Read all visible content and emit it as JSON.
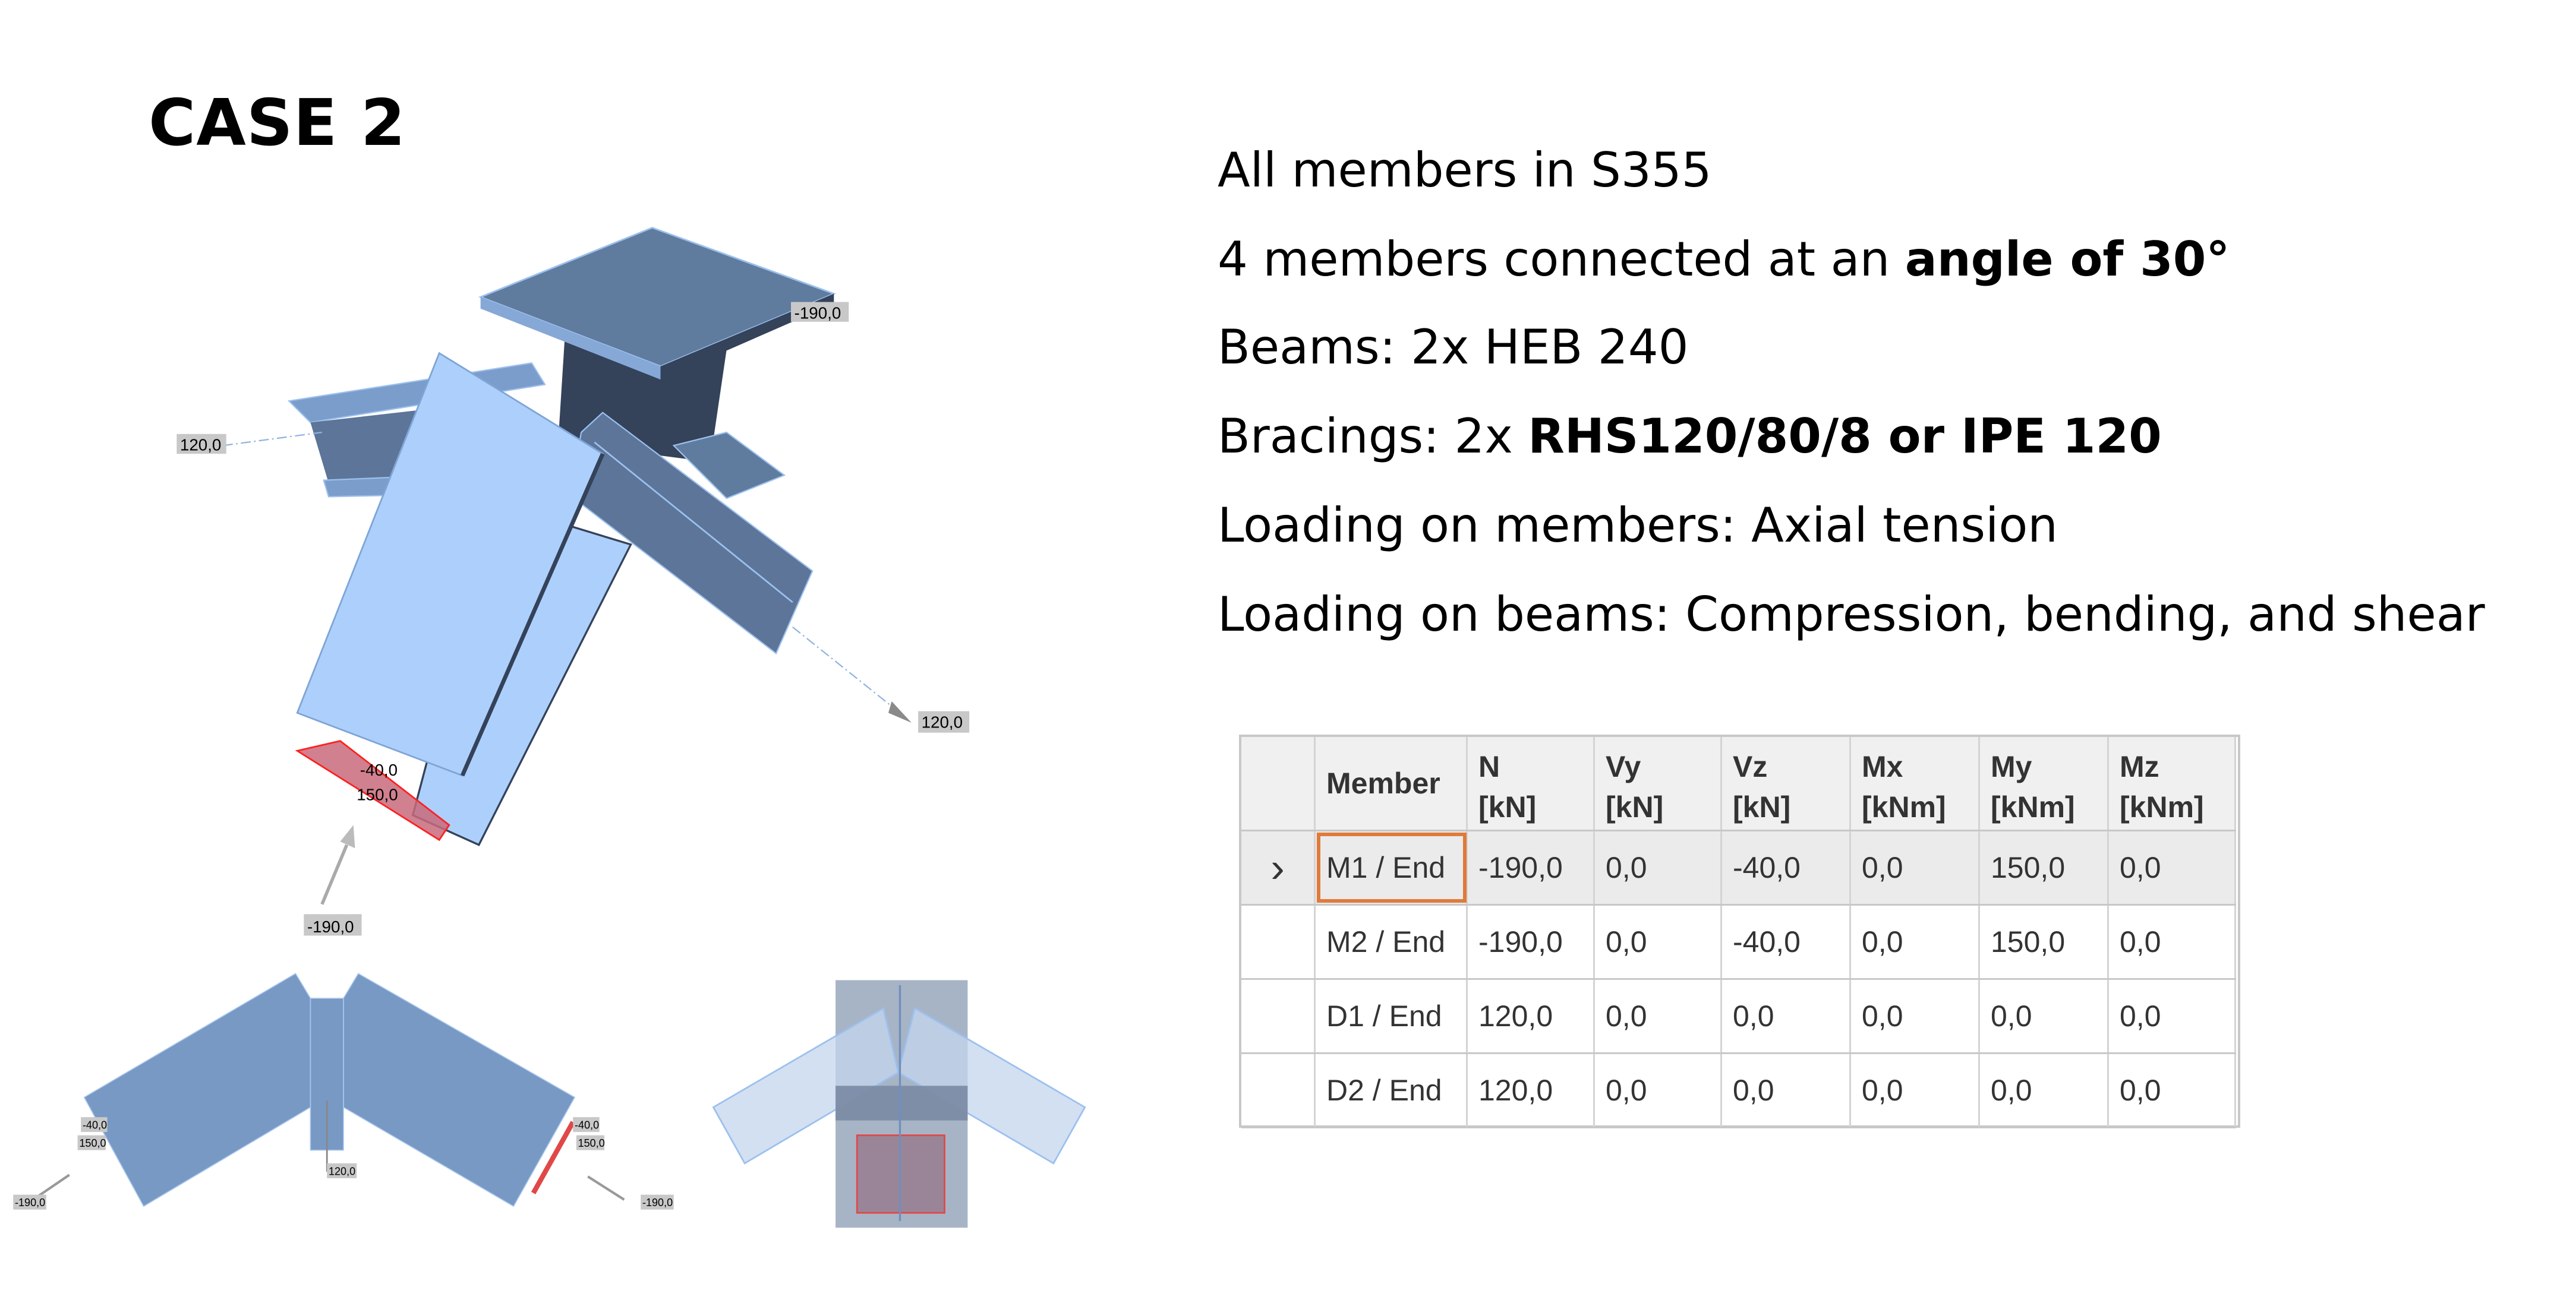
{
  "title": "CASE 2",
  "description": {
    "line1": "All members in S355",
    "line2_prefix": "4 members connected at an ",
    "line2_bold": "angle of 30°",
    "line3": "Beams: 2x HEB 240",
    "line4_prefix": "Bracings: 2x ",
    "line4_bold": "RHS120/80/8 or IPE 120",
    "line5": "Loading on members: Axial tension",
    "line6": "Loading on beams: Compression, bending, and shear"
  },
  "table": {
    "headers": [
      {
        "name": "Member",
        "unit": ""
      },
      {
        "name": "N",
        "unit": "[kN]"
      },
      {
        "name": "Vy",
        "unit": "[kN]"
      },
      {
        "name": "Vz",
        "unit": "[kN]"
      },
      {
        "name": "Mx",
        "unit": "[kNm]"
      },
      {
        "name": "My",
        "unit": "[kNm]"
      },
      {
        "name": "Mz",
        "unit": "[kNm]"
      }
    ],
    "rows": [
      [
        "M1 / End",
        "-190,0",
        "0,0",
        "-40,0",
        "0,0",
        "150,0",
        "0,0"
      ],
      [
        "M2 / End",
        "-190,0",
        "0,0",
        "-40,0",
        "0,0",
        "150,0",
        "0,0"
      ],
      [
        "D1 / End",
        "120,0",
        "0,0",
        "0,0",
        "0,0",
        "0,0",
        "0,0"
      ],
      [
        "D2 / End",
        "120,0",
        "0,0",
        "0,0",
        "0,0",
        "0,0",
        "0,0"
      ]
    ],
    "selected_row": 0,
    "row_indicator": "›"
  },
  "view3d_labels": {
    "top_right": "-190,0",
    "left": "120,0",
    "right": "120,0",
    "shear": "-40,0",
    "moment": "150,0",
    "bottom": "-190,0"
  },
  "front_view_labels": {
    "left_shear": "-40,0",
    "left_moment": "150,0",
    "left_axial": "-190,0",
    "center_axial": "120,0",
    "right_shear": "-40,0",
    "right_moment": "150,0",
    "right_axial": "-190,0"
  },
  "colors": {
    "steel": "#6f92c0",
    "steel_light": "#acd0fb",
    "steel_dark": "#34425a",
    "highlight": "#e04848",
    "focus": "#e07a3a"
  }
}
